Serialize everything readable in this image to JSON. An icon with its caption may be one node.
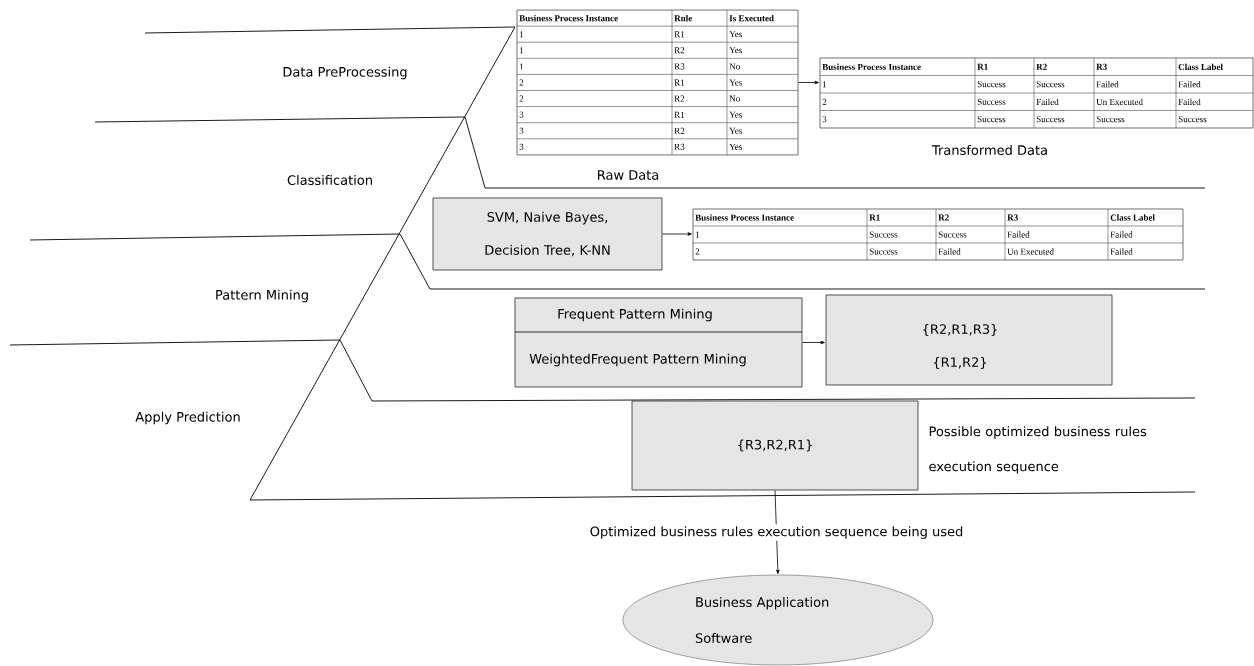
{
  "diagram": {
    "nodes": [
      {
        "text": [
          "Business Process Instance",
          "Rule",
          "Is Executed",
          "1",
          "R1",
          "Yes",
          "1",
          "R2",
          "Yes",
          "1",
          "R3",
          "No",
          "2",
          "R1",
          "Yes",
          "2",
          "R2",
          "No",
          "3",
          "R1",
          "Yes",
          "3",
          "R2",
          "Yes",
          "3",
          "R3",
          "Yes"
        ],
        "beside": [
          "Raw Data"
        ]
      },
      {
        "text": [
          "Business Process Instance",
          "R1",
          "R2",
          "R3",
          "Class Label",
          "1",
          "Success",
          "Success",
          "Failed",
          "Failed",
          "2",
          "Success",
          "Failed",
          "Un Executed",
          "Failed",
          "3",
          "Success",
          "Success",
          "Success",
          "Success"
        ],
        "beside": [
          "Transformed Data"
        ]
      },
      {
        "text": [
          "SVM, Naive Bayes, Decision Tree, K-NN"
        ]
      },
      {
        "text": [
          "Business Process Instance",
          "R1",
          "R2",
          "R3",
          "Class Label",
          "1",
          "Success",
          "Success",
          "Failed",
          "Failed",
          "2",
          "Success",
          "Failed",
          "Un Executed",
          "Failed"
        ]
      },
      {
        "text": [
          "Frequent Pattern Mining",
          "WeightedFrequent Pattern Mining"
        ]
      },
      {
        "text": [
          "{R2,R1,R3}",
          "{R1,R2}"
        ]
      },
      {
        "text": [
          "{R3,R2,R1}"
        ],
        "beside": [
          "Possible optimized business rules execution sequence"
        ]
      },
      {
        "text": [
          "Business Application Software"
        ]
      }
    ],
    "edges": [
      {
        "from": 0,
        "to": 1,
        "arrow": "to"
      },
      {
        "from": 2,
        "to": 3,
        "arrow": "to"
      },
      {
        "from": 4,
        "to": 5,
        "arrow": "to"
      },
      {
        "from": 6,
        "to": 7,
        "arrow": "to",
        "label": "Optimized business rules execution sequence being used"
      }
    ],
    "labels": [
      "Data PreProcessing",
      "Classification",
      "Pattern Mining",
      "Apply Prediction"
    ]
  }
}
